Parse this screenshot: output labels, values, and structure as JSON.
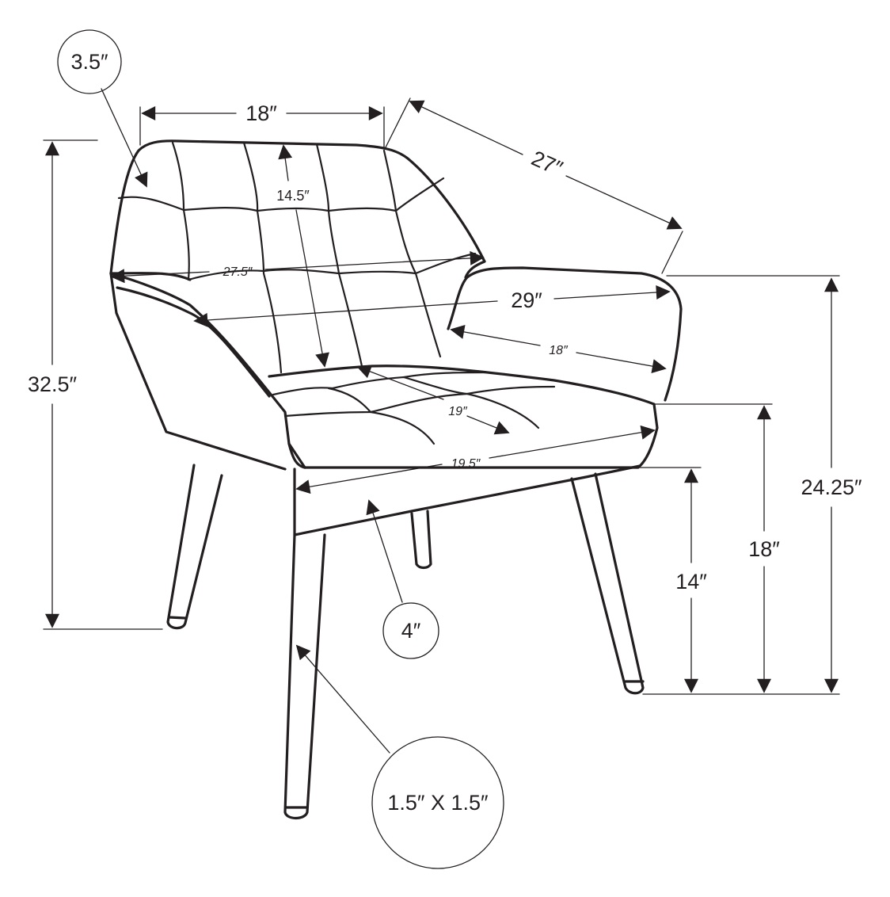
{
  "diagram": {
    "dimensions": {
      "back_cushion_thickness": "3.5″",
      "back_width": "18″",
      "depth": "27″",
      "back_height": "14.5″",
      "inner_width_back": "27.5″",
      "overall_width": "29″",
      "arm_length": "18″",
      "seat_depth": "19″",
      "seat_width": "19.5″",
      "overall_height": "32.5″",
      "arm_height": "24.25″",
      "seat_height": "18″",
      "leg_height": "14″",
      "seat_thickness": "4″",
      "leg_size": "1.5″ X 1.5″"
    }
  }
}
